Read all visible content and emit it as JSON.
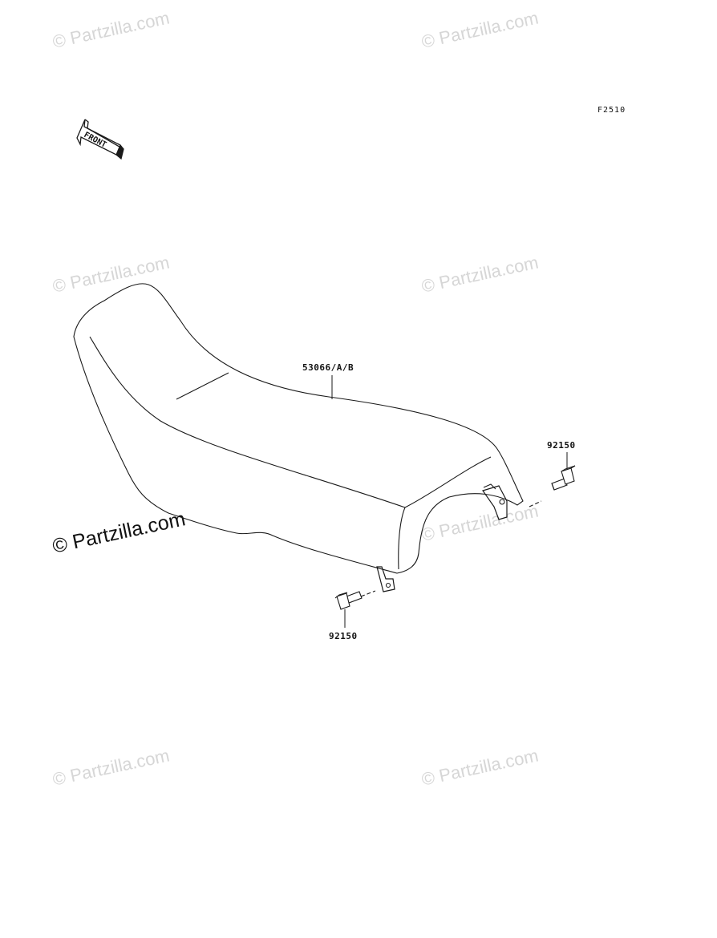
{
  "diagram_code": "F2510",
  "front_arrow_text": "FRONT",
  "watermarks": [
    "© Partzilla.com",
    "© Partzilla.com",
    "© Partzilla.com",
    "© Partzilla.com",
    "© Partzilla.com",
    "© Partzilla.com",
    "© Partzilla.com"
  ],
  "parts": {
    "seat": "53066/A/B",
    "bolt_right": "92150",
    "bolt_left": "92150"
  },
  "colors": {
    "line": "#1a1a1a",
    "watermark": "#d6d6d6"
  }
}
